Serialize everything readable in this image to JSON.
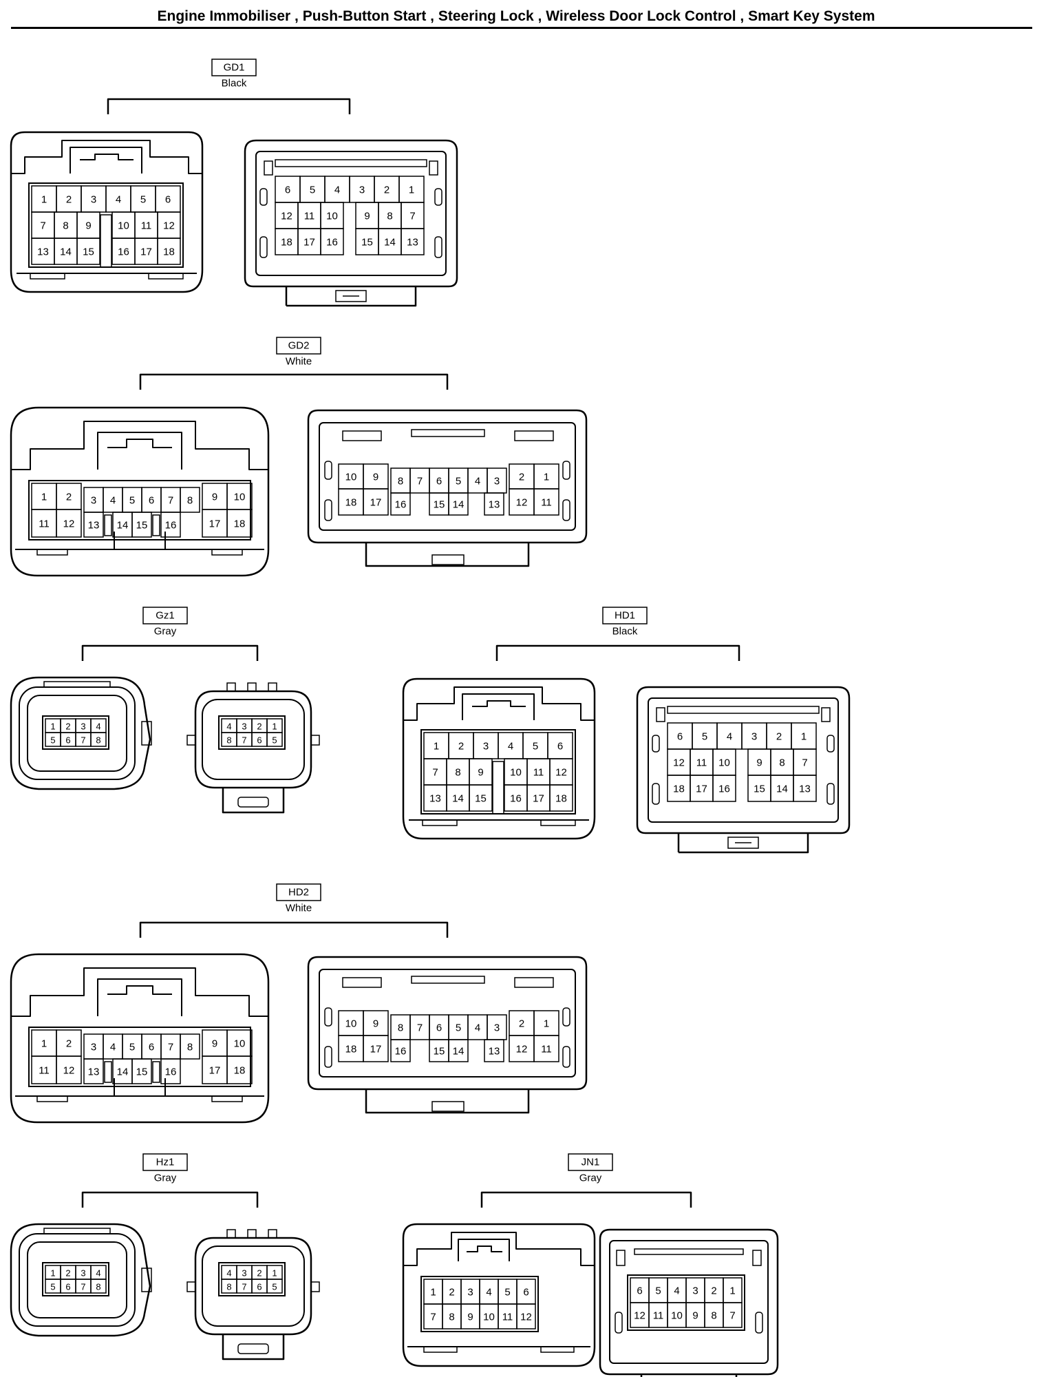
{
  "title": "Engine Immobiliser , Push-Button Start , Steering Lock , Wireless Door Lock Control , Smart Key System",
  "connectors": [
    {
      "id": "GD1",
      "color": "Black",
      "female": [
        [
          "1",
          "2",
          "3",
          "4",
          "5",
          "6"
        ],
        [
          "7",
          "8",
          "9",
          "10",
          "11",
          "12"
        ],
        [
          "13",
          "14",
          "15",
          "16",
          "17",
          "18"
        ]
      ],
      "male": [
        [
          "6",
          "5",
          "4",
          "3",
          "2",
          "1"
        ],
        [
          "12",
          "11",
          "10",
          "9",
          "8",
          "7"
        ],
        [
          "18",
          "17",
          "16",
          "15",
          "14",
          "13"
        ]
      ]
    },
    {
      "id": "GD2",
      "color": "White",
      "female": [
        [
          "1",
          "2",
          "3",
          "4",
          "5",
          "6",
          "7",
          "8",
          "9",
          "10"
        ],
        [
          "11",
          "12",
          "13",
          "14",
          "15",
          "16",
          "17",
          "18"
        ]
      ],
      "male": [
        [
          "10",
          "9",
          "8",
          "7",
          "6",
          "5",
          "4",
          "3",
          "2",
          "1"
        ],
        [
          "18",
          "17",
          "16",
          "15",
          "14",
          "13",
          "12",
          "11"
        ]
      ]
    },
    {
      "id": "Gz1",
      "color": "Gray",
      "female": [
        [
          "1",
          "2",
          "3",
          "4"
        ],
        [
          "5",
          "6",
          "7",
          "8"
        ]
      ],
      "male": [
        [
          "4",
          "3",
          "2",
          "1"
        ],
        [
          "8",
          "7",
          "6",
          "5"
        ]
      ]
    },
    {
      "id": "HD1",
      "color": "Black",
      "female": [
        [
          "1",
          "2",
          "3",
          "4",
          "5",
          "6"
        ],
        [
          "7",
          "8",
          "9",
          "10",
          "11",
          "12"
        ],
        [
          "13",
          "14",
          "15",
          "16",
          "17",
          "18"
        ]
      ],
      "male": [
        [
          "6",
          "5",
          "4",
          "3",
          "2",
          "1"
        ],
        [
          "12",
          "11",
          "10",
          "9",
          "8",
          "7"
        ],
        [
          "18",
          "17",
          "16",
          "15",
          "14",
          "13"
        ]
      ]
    },
    {
      "id": "HD2",
      "color": "White",
      "female": [
        [
          "1",
          "2",
          "3",
          "4",
          "5",
          "6",
          "7",
          "8",
          "9",
          "10"
        ],
        [
          "11",
          "12",
          "13",
          "14",
          "15",
          "16",
          "17",
          "18"
        ]
      ],
      "male": [
        [
          "10",
          "9",
          "8",
          "7",
          "6",
          "5",
          "4",
          "3",
          "2",
          "1"
        ],
        [
          "18",
          "17",
          "16",
          "15",
          "14",
          "13",
          "12",
          "11"
        ]
      ]
    },
    {
      "id": "Hz1",
      "color": "Gray",
      "female": [
        [
          "1",
          "2",
          "3",
          "4"
        ],
        [
          "5",
          "6",
          "7",
          "8"
        ]
      ],
      "male": [
        [
          "4",
          "3",
          "2",
          "1"
        ],
        [
          "8",
          "7",
          "6",
          "5"
        ]
      ]
    },
    {
      "id": "JN1",
      "color": "Gray",
      "female": [
        [
          "1",
          "2",
          "3",
          "4",
          "5",
          "6"
        ],
        [
          "7",
          "8",
          "9",
          "10",
          "11",
          "12"
        ]
      ],
      "male": [
        [
          "6",
          "5",
          "4",
          "3",
          "2",
          "1"
        ],
        [
          "12",
          "11",
          "10",
          "9",
          "8",
          "7"
        ]
      ]
    }
  ]
}
